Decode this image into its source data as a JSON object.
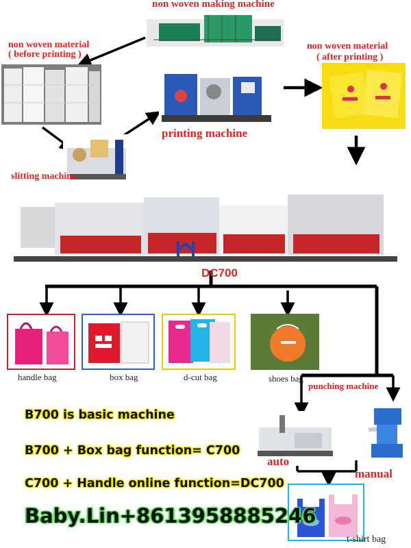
{
  "top_flow": {
    "making_machine_label": "non woven making machine",
    "material_before_line1": "non woven material",
    "material_before_line2": "( before printing )",
    "material_after_line1": "non woven material",
    "material_after_line2": "( after printing )",
    "printing_machine_label": "printing machine",
    "slitting_machine_label": "slitting machine"
  },
  "main_machine": {
    "model_label": "DC700"
  },
  "bags": [
    {
      "label": "handle bag"
    },
    {
      "label": "box bag"
    },
    {
      "label": "d-cut bag"
    },
    {
      "label": "shoes bag"
    }
  ],
  "punching": {
    "label": "punching machine",
    "auto_label": "auto",
    "manual_label": "manual",
    "output_label": "t-shirt bag"
  },
  "statements": [
    "B700 is basic machine",
    "B700 + Box bag function= C700",
    "C700 + Handle online function=DC700"
  ],
  "contact": "Baby.Lin+8613958885246",
  "colors": {
    "label_red": "#e32121",
    "statement_glow": "#f4ec00",
    "contact_glow": "#56e856",
    "frame_red": "#c8232c",
    "frame_blue": "#2a62c4",
    "frame_yellow": "#f0c800"
  }
}
